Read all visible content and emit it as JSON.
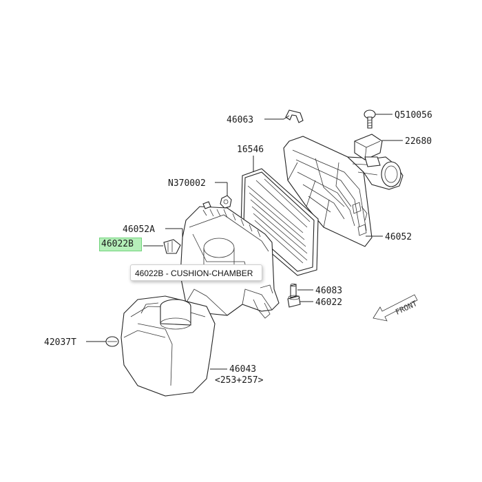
{
  "highlighted_part": "46022B",
  "tooltip": {
    "text": "46022B - CUSHION-CHAMBER"
  },
  "labels": {
    "p46063": "46063",
    "p0510056": "Q510056",
    "p22680": "22680",
    "p16546": "16546",
    "pN370002": "N370002",
    "p46052A": "46052A",
    "p46052": "46052",
    "p46083": "46083",
    "p46022": "46022",
    "p42037T": "42037T",
    "p46043": "46043",
    "p46043_note": "<253+257>"
  },
  "front_indicator": "FRONT",
  "colors": {
    "highlight": "#b5efb9",
    "line": "#222222"
  }
}
